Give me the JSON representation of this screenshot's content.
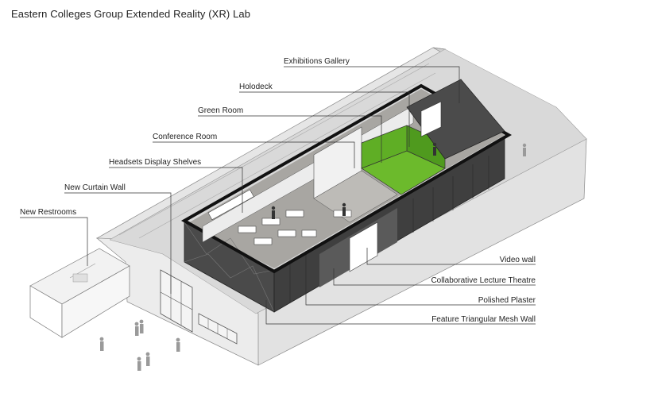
{
  "title": "Eastern Colleges Group Extended Reality (XR) Lab",
  "colors": {
    "green_room": "#6cba2c",
    "dark_wall": "#3d3d3d",
    "floor": "#9e9c98",
    "envelope": "#d8d8d8",
    "leader": "#333333"
  },
  "labels": {
    "exhibitions_gallery": "Exhibitions Gallery",
    "holodeck": "Holodeck",
    "green_room": "Green Room",
    "conference_room": "Conference Room",
    "headsets_display_shelves": "Headsets Display Shelves",
    "new_curtain_wall": "New Curtain Wall",
    "new_restrooms": "New Restrooms",
    "video_wall": "Video wall",
    "collaborative_lecture_theatre": "Collaborative Lecture Theatre",
    "polished_plaster": "Polished Plaster",
    "feature_triangular_mesh_wall": "Feature Triangular Mesh Wall"
  }
}
